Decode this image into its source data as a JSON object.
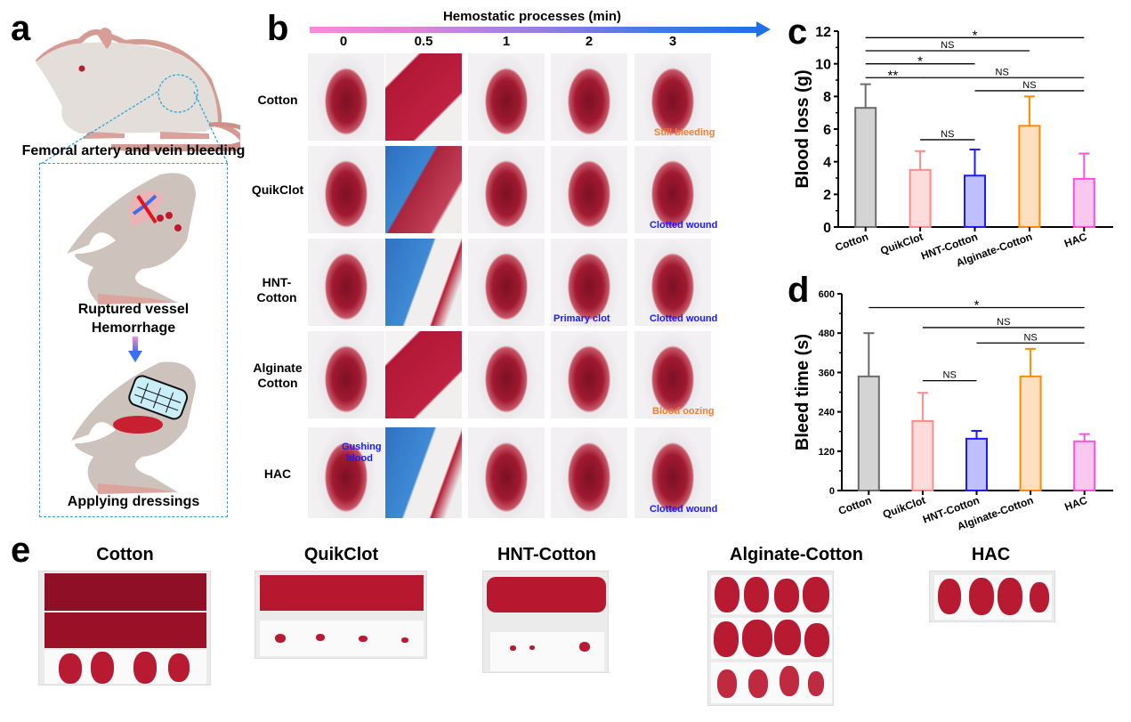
{
  "panels": {
    "a": {
      "letter": "a",
      "caption_top": "Femoral artery and vein bleeding",
      "caption_mid_1": "Ruptured vessel",
      "caption_mid_2": "Hemorrhage",
      "caption_bottom": "Applying dressings"
    },
    "b": {
      "letter": "b",
      "title": "Hemostatic processes (min)",
      "columns": [
        "0",
        "0.5",
        "1",
        "2",
        "3"
      ],
      "rows": [
        {
          "label_1": "Cotton",
          "label_2": ""
        },
        {
          "label_1": "QuikClot",
          "label_2": ""
        },
        {
          "label_1": "HNT-Cotton",
          "label_2": ""
        },
        {
          "label_1": "Alginate",
          "label_2": "Cotton"
        },
        {
          "label_1": "HAC",
          "label_2": ""
        }
      ],
      "annotations": {
        "cotton_3": "Still bleeding",
        "quikclot_3": "Clotted wound",
        "hnt_2": "Primary clot",
        "hnt_3": "Clotted wound",
        "alginate_3": "Blood oozing",
        "hac_0_1": "Gushing",
        "hac_0_2": "blood",
        "hac_3": "Clotted wound"
      }
    },
    "e": {
      "letter": "e",
      "titles": [
        "Cotton",
        "QuikClot",
        "HNT-Cotton",
        "Alginate-Cotton",
        "HAC"
      ]
    }
  },
  "colors": {
    "cotton": "#6b6b6b",
    "quikclot": "#ff8a8a",
    "hnt_cotton": "#1a1aff",
    "alginate_cotton": "#ff8a00",
    "hac": "#ff4fe0",
    "arrow_start": "#fb88da",
    "arrow_end": "#1f6fe9"
  },
  "chart_data": [
    {
      "id": "c",
      "letter": "c",
      "type": "bar",
      "title": "",
      "xlabel": "",
      "ylabel": "Blood loss (g)",
      "categories": [
        "Cotton",
        "QuikClot",
        "HNT-Cotton",
        "Alginate-Cotton",
        "HAC"
      ],
      "values": [
        7.3,
        3.5,
        3.15,
        6.2,
        2.95
      ],
      "error_upper": [
        8.75,
        4.65,
        4.75,
        8.0,
        4.5
      ],
      "fill_colors": [
        "#d4d4d4",
        "#ffdcdc",
        "#bfbfff",
        "#ffdfc0",
        "#f9c8ef"
      ],
      "edge_colors": [
        "#6b6b6b",
        "#ff8a8a",
        "#1a1aff",
        "#ff8a00",
        "#ff4fe0"
      ],
      "ylim": [
        0,
        12
      ],
      "yticks": [
        "0",
        "2",
        "4",
        "6",
        "8",
        "10",
        "12"
      ],
      "grid": false,
      "significance": [
        {
          "from": 0,
          "to": 4,
          "y": 11.6,
          "label": "*"
        },
        {
          "from": 0,
          "to": 3,
          "y": 10.8,
          "label": "NS"
        },
        {
          "from": 0,
          "to": 2,
          "y": 10.0,
          "label": "*"
        },
        {
          "from": 0,
          "to": 1,
          "y": 9.15,
          "label": "**"
        },
        {
          "from": 1,
          "to": 4,
          "y": 9.15,
          "label": "NS"
        },
        {
          "from": 2,
          "to": 4,
          "y": 8.35,
          "label": "NS"
        },
        {
          "from": 1,
          "to": 2,
          "y": 5.35,
          "label": "NS"
        }
      ]
    },
    {
      "id": "d",
      "letter": "d",
      "type": "bar",
      "title": "",
      "xlabel": "",
      "ylabel": "Bleed time (s)",
      "categories": [
        "Cotton",
        "QuikClot",
        "HNT-Cotton",
        "Alginate-Cotton",
        "HAC"
      ],
      "values": [
        348,
        212,
        158,
        348,
        150
      ],
      "error_upper": [
        480,
        298,
        182,
        432,
        172
      ],
      "fill_colors": [
        "#d4d4d4",
        "#ffdcdc",
        "#bfbfff",
        "#ffdfc0",
        "#f9c8ef"
      ],
      "edge_colors": [
        "#6b6b6b",
        "#ff8a8a",
        "#1a1aff",
        "#ff8a00",
        "#ff4fe0"
      ],
      "ylim": [
        0,
        600
      ],
      "yticks": [
        "0",
        "120",
        "240",
        "360",
        "480",
        "600"
      ],
      "grid": false,
      "significance": [
        {
          "from": 0,
          "to": 4,
          "y": 558,
          "label": "*"
        },
        {
          "from": 1,
          "to": 4,
          "y": 497,
          "label": "NS"
        },
        {
          "from": 2,
          "to": 4,
          "y": 450,
          "label": "NS"
        },
        {
          "from": 1,
          "to": 2,
          "y": 335,
          "label": "NS"
        }
      ]
    }
  ]
}
